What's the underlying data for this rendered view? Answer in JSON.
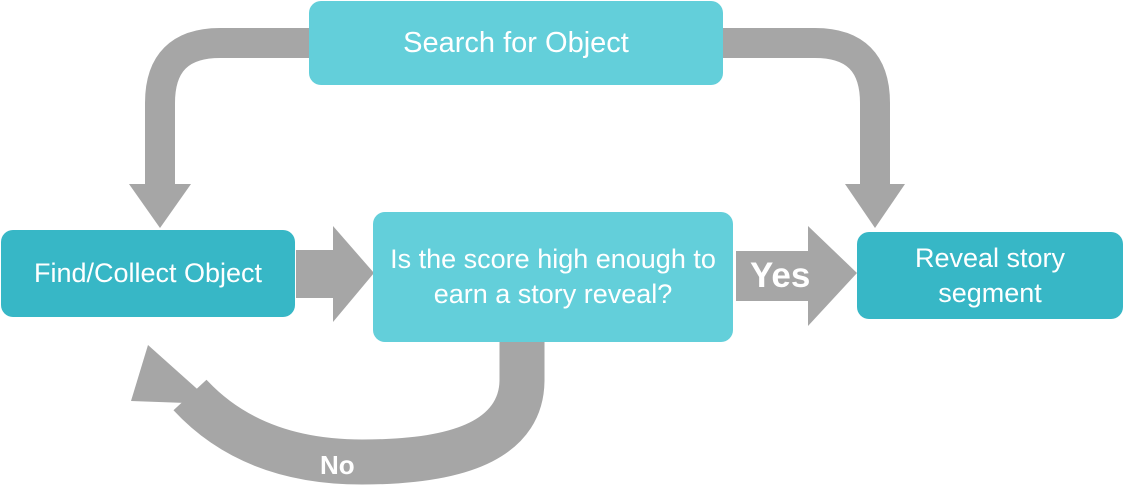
{
  "nodes": {
    "search": "Search for Object",
    "find": "Find/Collect Object",
    "question": "Is the score high enough to earn a story reveal?",
    "reveal": "Reveal story segment"
  },
  "edges": {
    "yes": "Yes",
    "no": "No"
  },
  "colors": {
    "arrow": "#a6a6a6",
    "box_light": "#63cfda",
    "box_dark": "#37b7c6",
    "label_text": "#ffffff"
  }
}
